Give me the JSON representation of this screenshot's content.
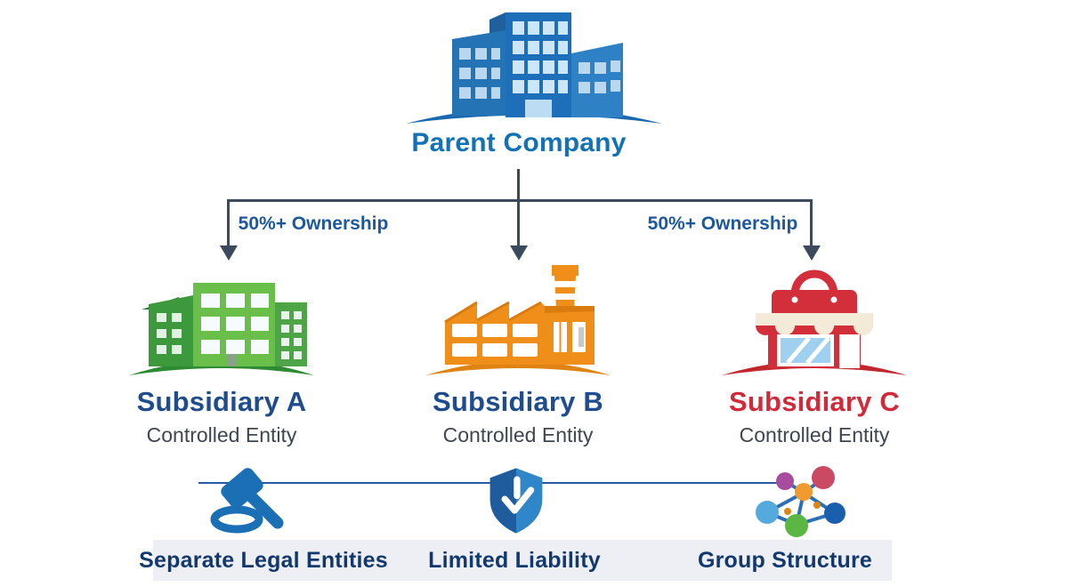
{
  "title": "Parent company and subsidiaries structure diagram",
  "parent": {
    "label": "Parent Company",
    "icon": "office-building-icon",
    "label_color": "#1272b5"
  },
  "ownership": {
    "left_label": "50%+ Ownership",
    "right_label": "50%+ Ownership",
    "label_color": "#1d589f"
  },
  "subsidiaries": [
    {
      "name": "Subsidiary A",
      "sublabel": "Controlled Entity",
      "icon": "green-building-icon",
      "name_color": "#1e4c8f",
      "icon_color": "#6abf4a"
    },
    {
      "name": "Subsidiary B",
      "sublabel": "Controlled Entity",
      "icon": "orange-factory-icon",
      "name_color": "#1e4c8f",
      "icon_color": "#ef8f1a"
    },
    {
      "name": "Subsidiary C",
      "sublabel": "Controlled Entity",
      "icon": "red-store-icon",
      "name_color": "#cf2b3a",
      "icon_color": "#d32f3b"
    }
  ],
  "footer": {
    "items": [
      {
        "label": "Separate Legal Entities",
        "icon": "gavel-icon"
      },
      {
        "label": "Limited Liability",
        "icon": "shield-check-icon"
      },
      {
        "label": "Group Structure",
        "icon": "network-nodes-icon"
      }
    ],
    "label_color": "#12386d",
    "band_color": "#edeff4",
    "line_color": "#2b5aa4"
  },
  "colors": {
    "connector": "#3c4a5e",
    "parent_blue": "#1c6fb8",
    "subsidiary_green": "#6abf4a",
    "subsidiary_orange": "#ef8f1a",
    "subsidiary_red": "#d32f3b",
    "shield_dark_blue": "#1e5c9e",
    "shield_light_blue": "#2f86c8",
    "gavel_blue": "#1a6fb5",
    "network_node_colors": [
      "#a84c9e",
      "#c94a62",
      "#55aadd",
      "#5cb643",
      "#1a5fae",
      "#f09a30"
    ]
  }
}
